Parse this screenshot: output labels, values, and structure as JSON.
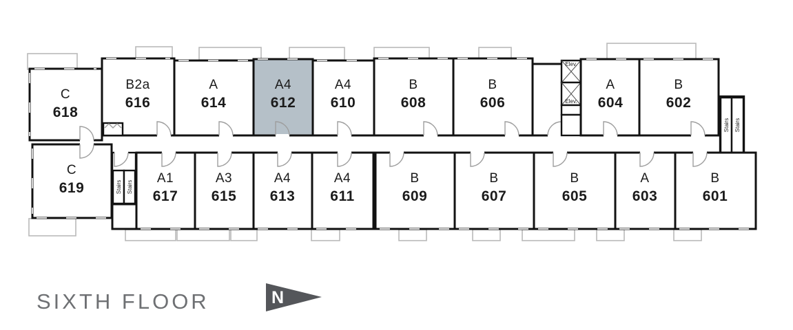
{
  "floor_label": "SIXTH FLOOR",
  "north_label": "N",
  "colors": {
    "highlight": "#b5c0c8",
    "wall": "#121212",
    "balcony": "#b9b9b9",
    "door": "#9e9e9e",
    "window": "#d2d2d2",
    "title": "#6e7073",
    "arrow": "#54565a",
    "text": "#1b1b1b"
  },
  "units": [
    {
      "type": "C",
      "number": "618",
      "highlighted": false
    },
    {
      "type": "B2a",
      "number": "616",
      "highlighted": false
    },
    {
      "type": "A",
      "number": "614",
      "highlighted": false
    },
    {
      "type": "A4",
      "number": "612",
      "highlighted": true
    },
    {
      "type": "A4",
      "number": "610",
      "highlighted": false
    },
    {
      "type": "B",
      "number": "608",
      "highlighted": false
    },
    {
      "type": "B",
      "number": "606",
      "highlighted": false
    },
    {
      "type": "A",
      "number": "604",
      "highlighted": false
    },
    {
      "type": "B",
      "number": "602",
      "highlighted": false
    },
    {
      "type": "C",
      "number": "619",
      "highlighted": false
    },
    {
      "type": "A1",
      "number": "617",
      "highlighted": false
    },
    {
      "type": "A3",
      "number": "615",
      "highlighted": false
    },
    {
      "type": "A4",
      "number": "613",
      "highlighted": false
    },
    {
      "type": "A4",
      "number": "611",
      "highlighted": false
    },
    {
      "type": "B",
      "number": "609",
      "highlighted": false
    },
    {
      "type": "B",
      "number": "607",
      "highlighted": false
    },
    {
      "type": "B",
      "number": "605",
      "highlighted": false
    },
    {
      "type": "A",
      "number": "603",
      "highlighted": false
    },
    {
      "type": "B",
      "number": "601",
      "highlighted": false
    }
  ],
  "elevator_labels": [
    "Elev.",
    "Elev."
  ],
  "stair_labels": [
    "Stairs",
    "Stairs",
    "Stairs",
    "Stairs"
  ]
}
